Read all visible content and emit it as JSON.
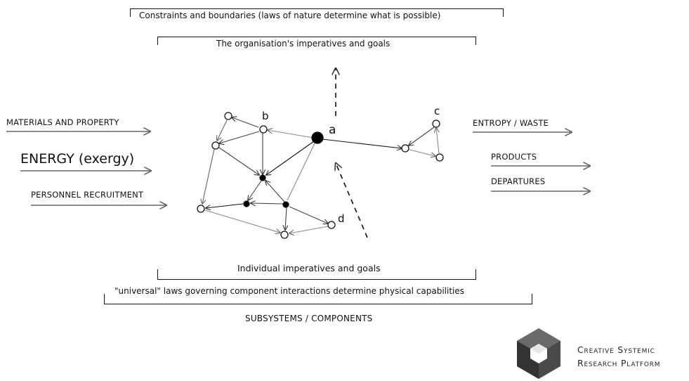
{
  "top": {
    "constraints": "Constraints and boundaries (laws of nature determine what is possible)",
    "organisation": "The organisation's imperatives and goals"
  },
  "bottom": {
    "individual": "Individual imperatives and goals",
    "universal": "\"universal\" laws governing component interactions determine physical capabilities",
    "subsystems": "SUBSYSTEMS / COMPONENTS"
  },
  "inputs": {
    "materials": "MATERIALS AND PROPERTY",
    "energy": "ENERGY (exergy)",
    "personnel": "PERSONNEL RECRUITMENT"
  },
  "outputs": {
    "entropy": "ENTROPY / WASTE",
    "products": "PRODUCTS",
    "departures": "DEPARTURES"
  },
  "node_labels": {
    "a": "a",
    "b": "b",
    "c": "c",
    "d": "d"
  },
  "logo": {
    "line1": "Creative Systemic",
    "line2": "Research Platform"
  }
}
